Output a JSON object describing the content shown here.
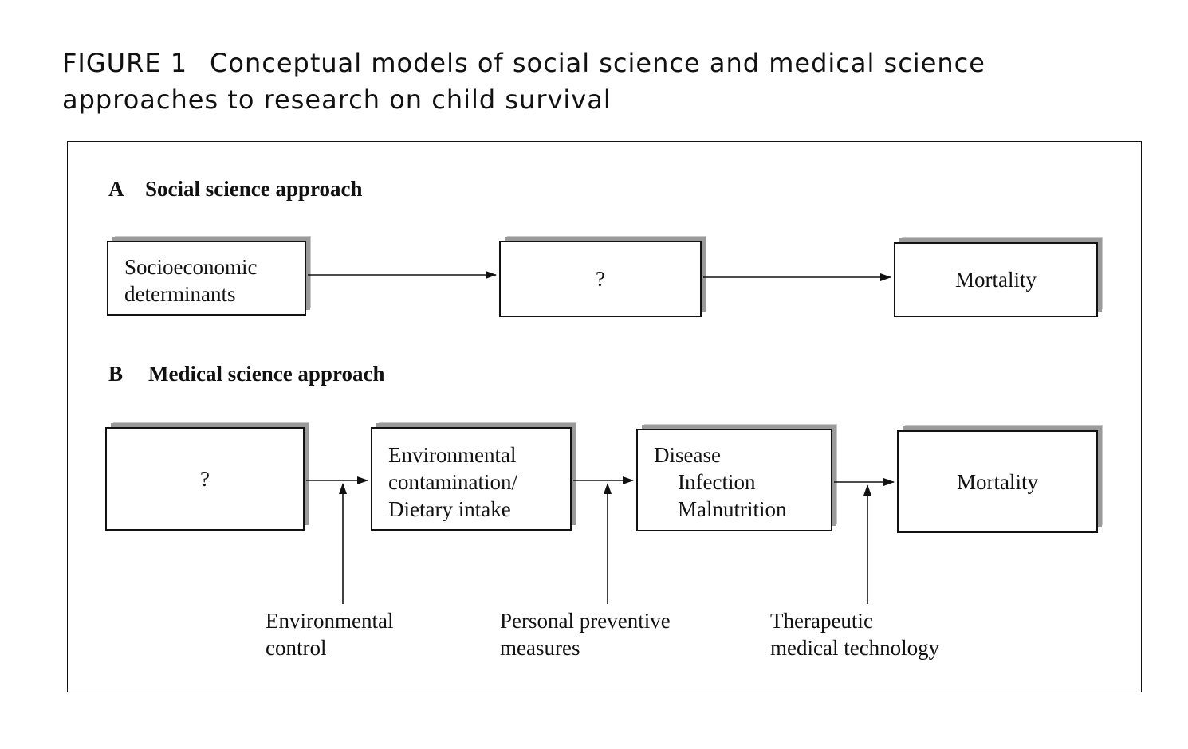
{
  "figure": {
    "number": "FIGURE 1",
    "title_line1": "Conceptual models of social science and medical science",
    "title_line2": "approaches to research on child survival"
  },
  "section_a": {
    "letter": "A",
    "title": "Social science approach",
    "boxes": [
      {
        "line1": "Socioeconomic",
        "line2": "determinants"
      },
      {
        "text": "?"
      },
      {
        "text": "Mortality"
      }
    ]
  },
  "section_b": {
    "letter": "B",
    "title": "Medical science approach",
    "boxes": [
      {
        "text": "?"
      },
      {
        "line1": "Environmental",
        "line2": "contamination/",
        "line3": "Dietary intake"
      },
      {
        "line1": "Disease",
        "line2": "Infection",
        "line3": "Malnutrition"
      },
      {
        "text": "Mortality"
      }
    ],
    "interventions": [
      {
        "line1": "Environmental",
        "line2": "control"
      },
      {
        "line1": "Personal preventive",
        "line2": "measures"
      },
      {
        "line1": "Therapeutic",
        "line2": "medical technology"
      }
    ]
  }
}
